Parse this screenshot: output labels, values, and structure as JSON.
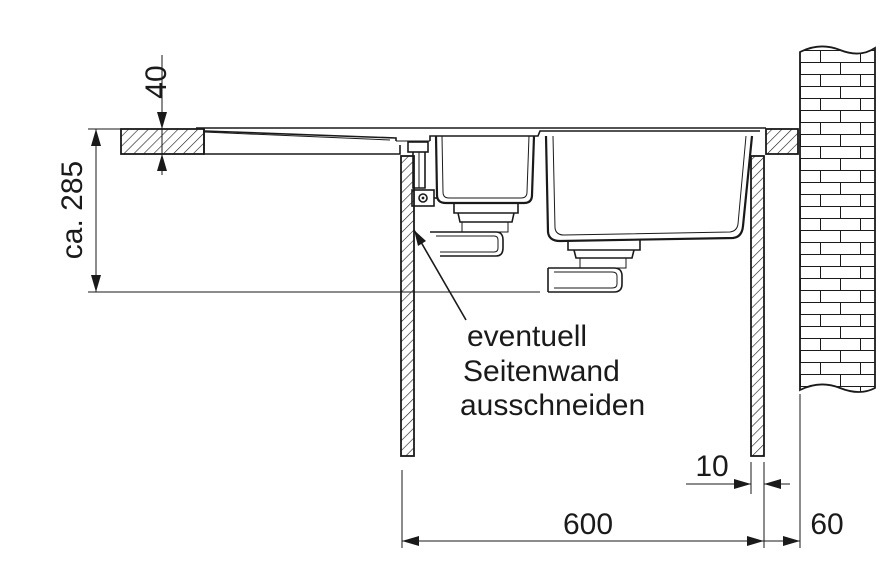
{
  "dimensions": {
    "countertop_thickness": "40",
    "installation_depth": "ca. 285",
    "cabinet_width": "600",
    "side_wall_thickness": "10",
    "wall_gap": "60"
  },
  "annotation": {
    "line1": "eventuell",
    "line2": "Seitenwand",
    "line3": "ausschneiden"
  }
}
